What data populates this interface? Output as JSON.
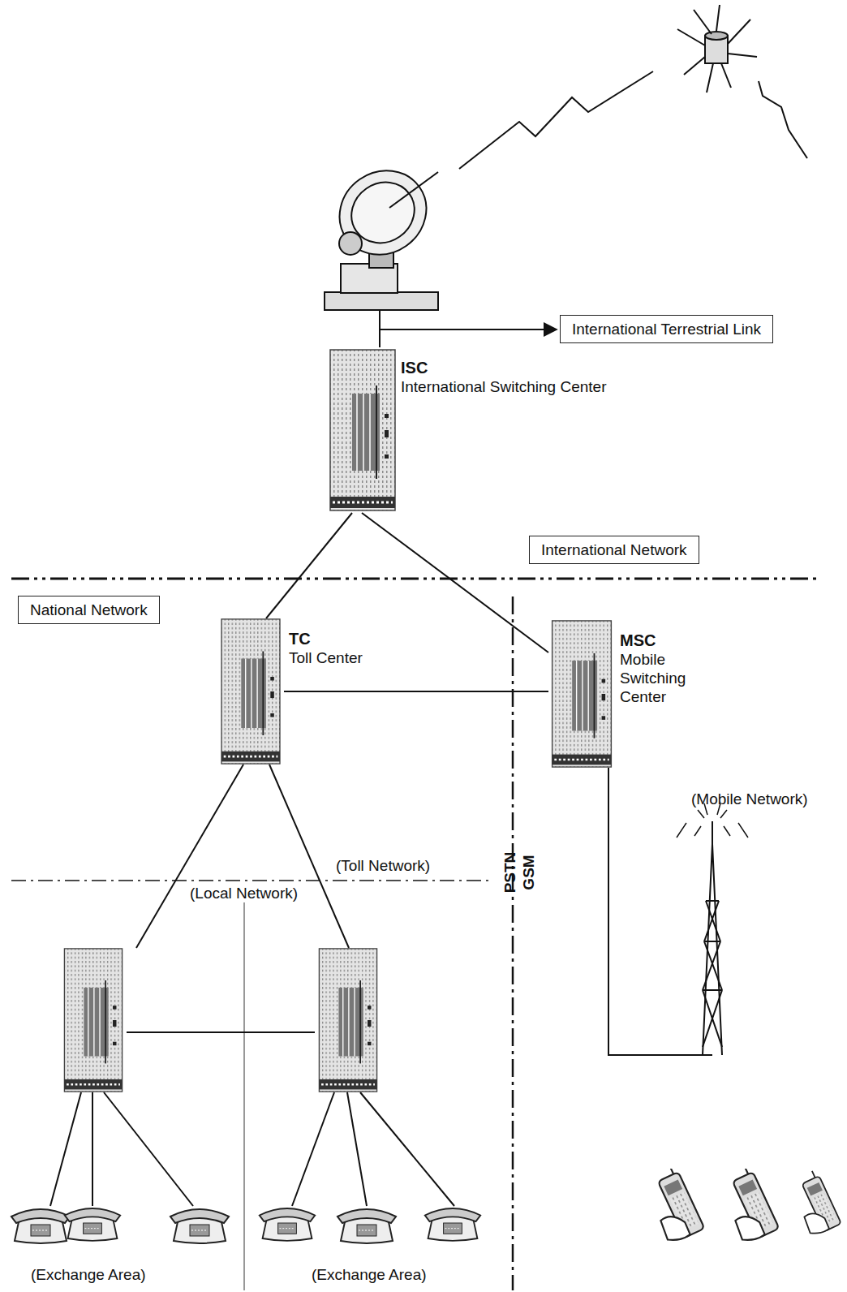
{
  "diagram": {
    "nodes": [
      {
        "text": [
          "ISC",
          "International Switching Center"
        ]
      },
      {
        "text": [
          "International Terrestrial Link"
        ]
      },
      {
        "text": [
          "International Network"
        ]
      },
      {
        "text": [
          "National Network"
        ]
      },
      {
        "text": [
          "TC",
          "Toll Center"
        ]
      },
      {
        "text": [
          "MSC",
          "Mobile Switching Center"
        ]
      }
    ],
    "edges": [
      {
        "from": 0,
        "to": 4,
        "arrow": "none"
      },
      {
        "from": 0,
        "to": 5,
        "arrow": "none"
      },
      {
        "from": 4,
        "to": 5,
        "arrow": "none"
      }
    ],
    "labels": [
      "(Mobile Network)",
      "(Toll Network)",
      "(Local Network)",
      "PSTN",
      "GSM",
      "(Exchange Area)",
      "(Exchange Area)"
    ]
  }
}
